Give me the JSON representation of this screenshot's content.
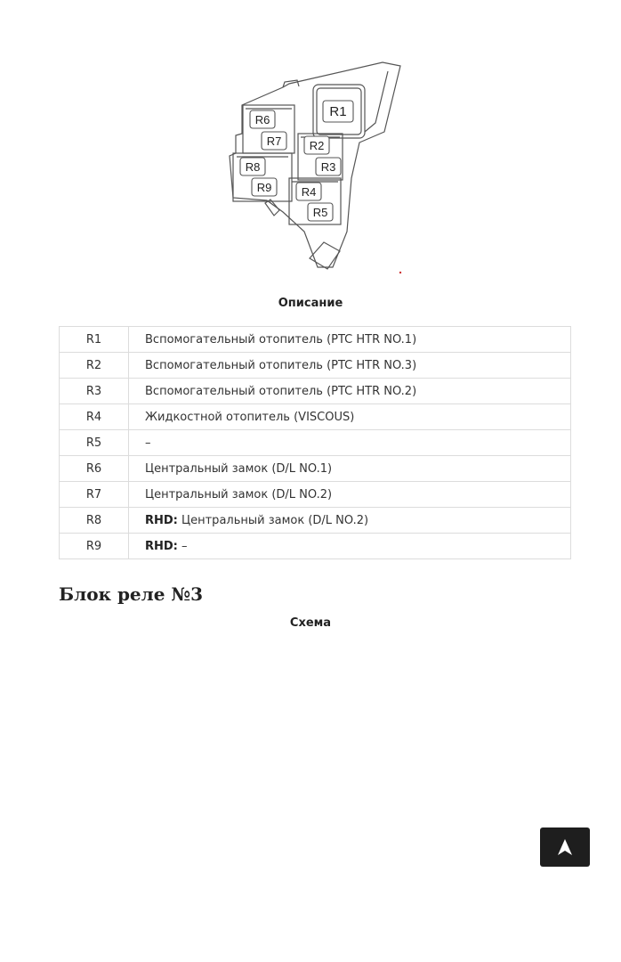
{
  "diagram": {
    "relays": [
      "R1",
      "R2",
      "R3",
      "R4",
      "R5",
      "R6",
      "R7",
      "R8",
      "R9"
    ]
  },
  "description_caption": "Описание",
  "table": {
    "rows": [
      {
        "code": "R1",
        "prefix": "",
        "text": "Вспомогательный отопитель (PTC HTR NO.1)"
      },
      {
        "code": "R2",
        "prefix": "",
        "text": "Вспомогательный отопитель (PTC HTR NO.3)"
      },
      {
        "code": "R3",
        "prefix": "",
        "text": "Вспомогательный отопитель (PTC HTR NO.2)"
      },
      {
        "code": "R4",
        "prefix": "",
        "text": "Жидкостной отопитель (VISCOUS)"
      },
      {
        "code": "R5",
        "prefix": "",
        "text": " –"
      },
      {
        "code": "R6",
        "prefix": "",
        "text": "Центральный замок (D/L NO.1)"
      },
      {
        "code": "R7",
        "prefix": "",
        "text": "Центральный замок (D/L NO.2)"
      },
      {
        "code": "R8",
        "prefix": "RHD:",
        "text": " Центральный замок (D/L NO.2)"
      },
      {
        "code": "R9",
        "prefix": "RHD:",
        "text": " –"
      }
    ]
  },
  "section_heading": "Блок реле №3",
  "scheme_caption": "Схема",
  "scroll_top": {
    "icon": "arrow-up-icon",
    "glyph": "➤"
  }
}
